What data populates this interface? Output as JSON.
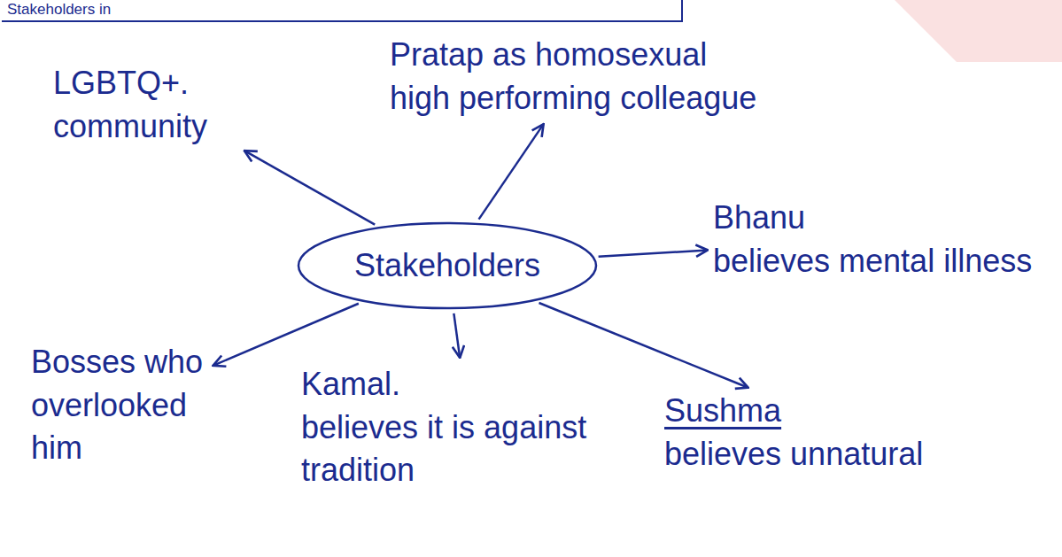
{
  "diagram": {
    "title": "Stakeholders in",
    "nodes": [
      {
        "text": [
          "LGBTQ+. community"
        ]
      },
      {
        "text": [
          "Pratap as homosexual high performing colleague"
        ]
      },
      {
        "text": [
          "Stakeholders"
        ]
      },
      {
        "text": [
          "Bhanu",
          "believes mental illness"
        ]
      },
      {
        "text": [
          "Bosses who overlooked him"
        ]
      },
      {
        "text": [
          "Kamal.",
          "believes it is against tradition"
        ]
      },
      {
        "text": [
          "Sushma",
          "believes unnatural"
        ]
      }
    ],
    "edges": [
      {
        "from": 2,
        "to": 0,
        "arrow": "to"
      },
      {
        "from": 2,
        "to": 1,
        "arrow": "to"
      },
      {
        "from": 2,
        "to": 3,
        "arrow": "to"
      },
      {
        "from": 2,
        "to": 4,
        "arrow": "to"
      },
      {
        "from": 2,
        "to": 5,
        "arrow": "to"
      },
      {
        "from": 2,
        "to": 6,
        "arrow": "to"
      }
    ]
  }
}
